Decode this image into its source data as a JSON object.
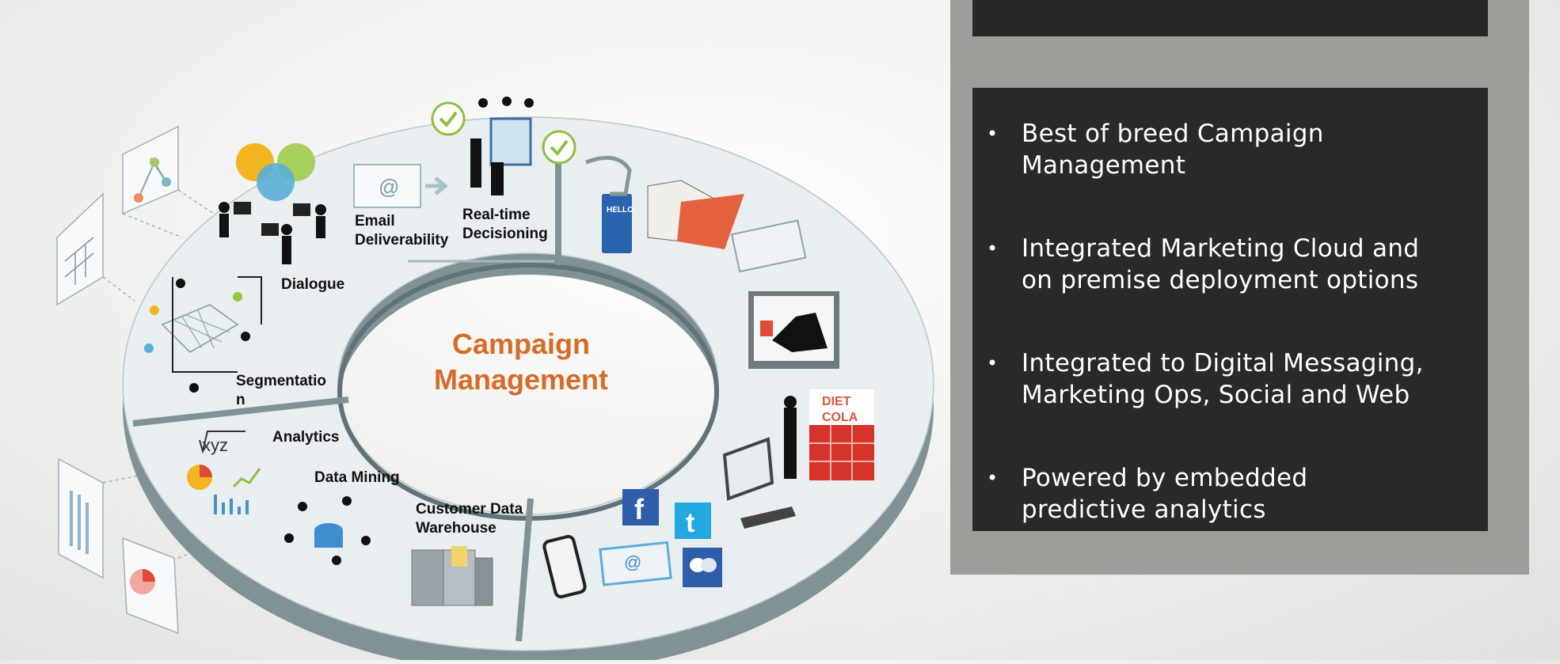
{
  "diagram": {
    "center_title_line1": "Campaign",
    "center_title_line2": "Management",
    "labels": {
      "dialogue": "Dialogue",
      "email_line1": "Email",
      "email_line2": "Deliverability",
      "realtime_line1": "Real-time",
      "realtime_line2": "Decisioning",
      "segmentation_line1": "Segmentatio",
      "segmentation_line2": "n",
      "analytics": "Analytics",
      "data_mining": "Data Mining",
      "cdw_line1": "Customer Data",
      "cdw_line2": "Warehouse"
    },
    "icon_text": {
      "hello_badge": "HELLO",
      "diet_cola_line1": "DIET",
      "diet_cola_line2": "COLA",
      "xyz": "xyz",
      "at_sign": "@",
      "facebook": "f",
      "twitter": "t"
    },
    "colors": {
      "accent_orange": "#d76b27",
      "ring_face": "#e9eef1",
      "ring_edge": "#7f9296",
      "panel_outer": "#9c9e9a",
      "panel_inner": "#282a28"
    }
  },
  "panel": {
    "bullet_symbol": "•",
    "bullets": [
      {
        "line1": "Best of breed Campaign",
        "line2": "Management"
      },
      {
        "line1": "Integrated Marketing Cloud and",
        "line2": "on premise deployment options"
      },
      {
        "line1": "Integrated to Digital Messaging,",
        "line2": "Marketing Ops, Social and Web"
      },
      {
        "line1": "Powered by embedded",
        "line2": "predictive analytics"
      }
    ]
  }
}
